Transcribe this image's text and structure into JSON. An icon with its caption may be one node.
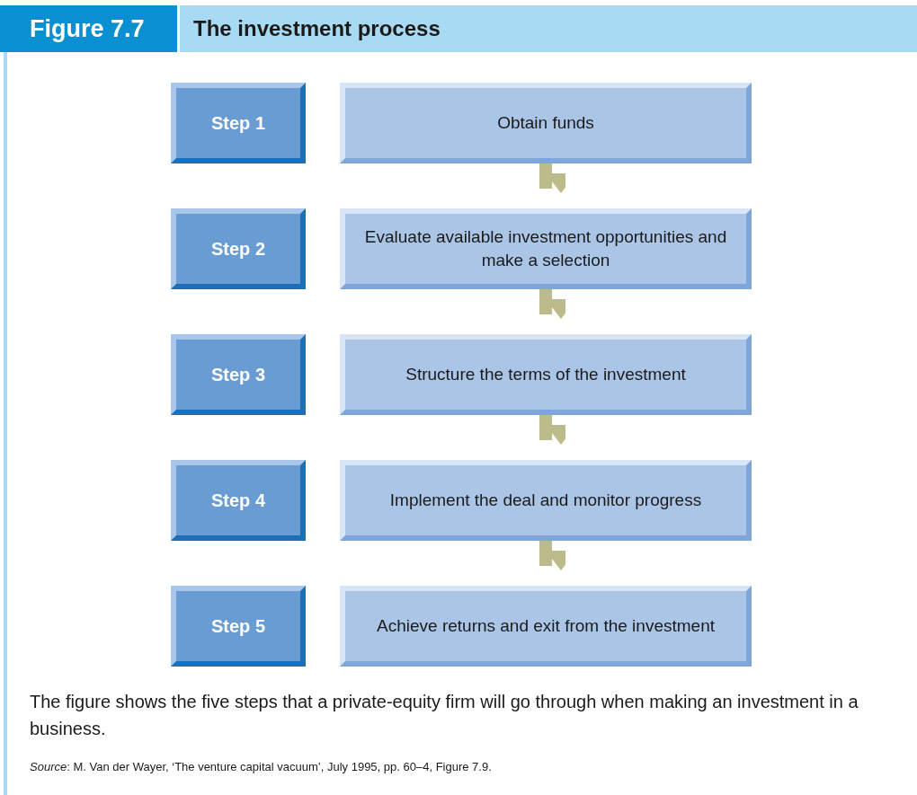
{
  "diagram": {
    "title": "The investment process",
    "caption": "The figure shows the five steps that a private-equity firm will go through when making an investment in a business.",
    "nodes": [
      {
        "text": [
          "Step 1"
        ]
      },
      {
        "text": [
          "Obtain funds"
        ]
      },
      {
        "text": [
          "Step 2"
        ]
      },
      {
        "text": [
          "Evaluate available investment opportunities and make a selection"
        ]
      },
      {
        "text": [
          "Step 3"
        ]
      },
      {
        "text": [
          "Structure the terms of the investment"
        ]
      },
      {
        "text": [
          "Step 4"
        ]
      },
      {
        "text": [
          "Implement the deal and monitor progress"
        ]
      },
      {
        "text": [
          "Step 5"
        ]
      },
      {
        "text": [
          "Achieve returns and exit from the investment"
        ]
      }
    ],
    "edges": [
      {
        "from": 1,
        "to": 3,
        "arrow": "to"
      },
      {
        "from": 3,
        "to": 5,
        "arrow": "to"
      },
      {
        "from": 5,
        "to": 7,
        "arrow": "to"
      },
      {
        "from": 7,
        "to": 9,
        "arrow": "to"
      }
    ],
    "labels": [
      "Figure 7.7",
      "*Source*: M. Van der Wayer, ‘The venture capital vacuum’, July 1995, pp. 60–4, Figure 7.9."
    ]
  }
}
